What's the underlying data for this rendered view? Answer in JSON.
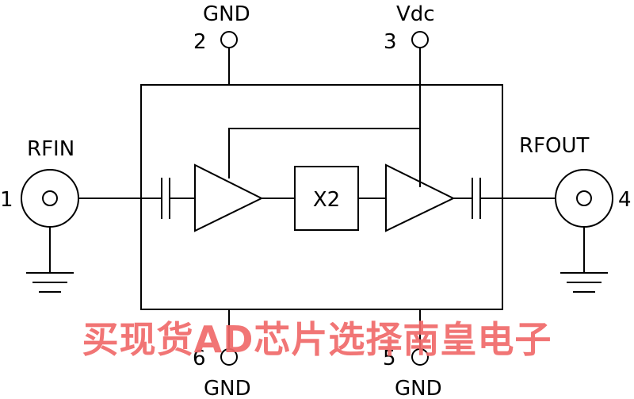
{
  "pins": {
    "rfin": {
      "number": "1",
      "name": "RFIN"
    },
    "gnd_top": {
      "number": "2",
      "name": "GND"
    },
    "vdc": {
      "number": "3",
      "name": "Vdc"
    },
    "rfout": {
      "number": "4",
      "name": "RFOUT"
    },
    "gnd_br": {
      "number": "5",
      "name": "GND"
    },
    "gnd_bl": {
      "number": "6",
      "name": "GND"
    }
  },
  "blocks": {
    "multiplier_label": "X2"
  },
  "watermark": "买现货AD芯片选择南皇电子",
  "colors": {
    "line": "#000000",
    "watermark": "#f06a6a"
  }
}
